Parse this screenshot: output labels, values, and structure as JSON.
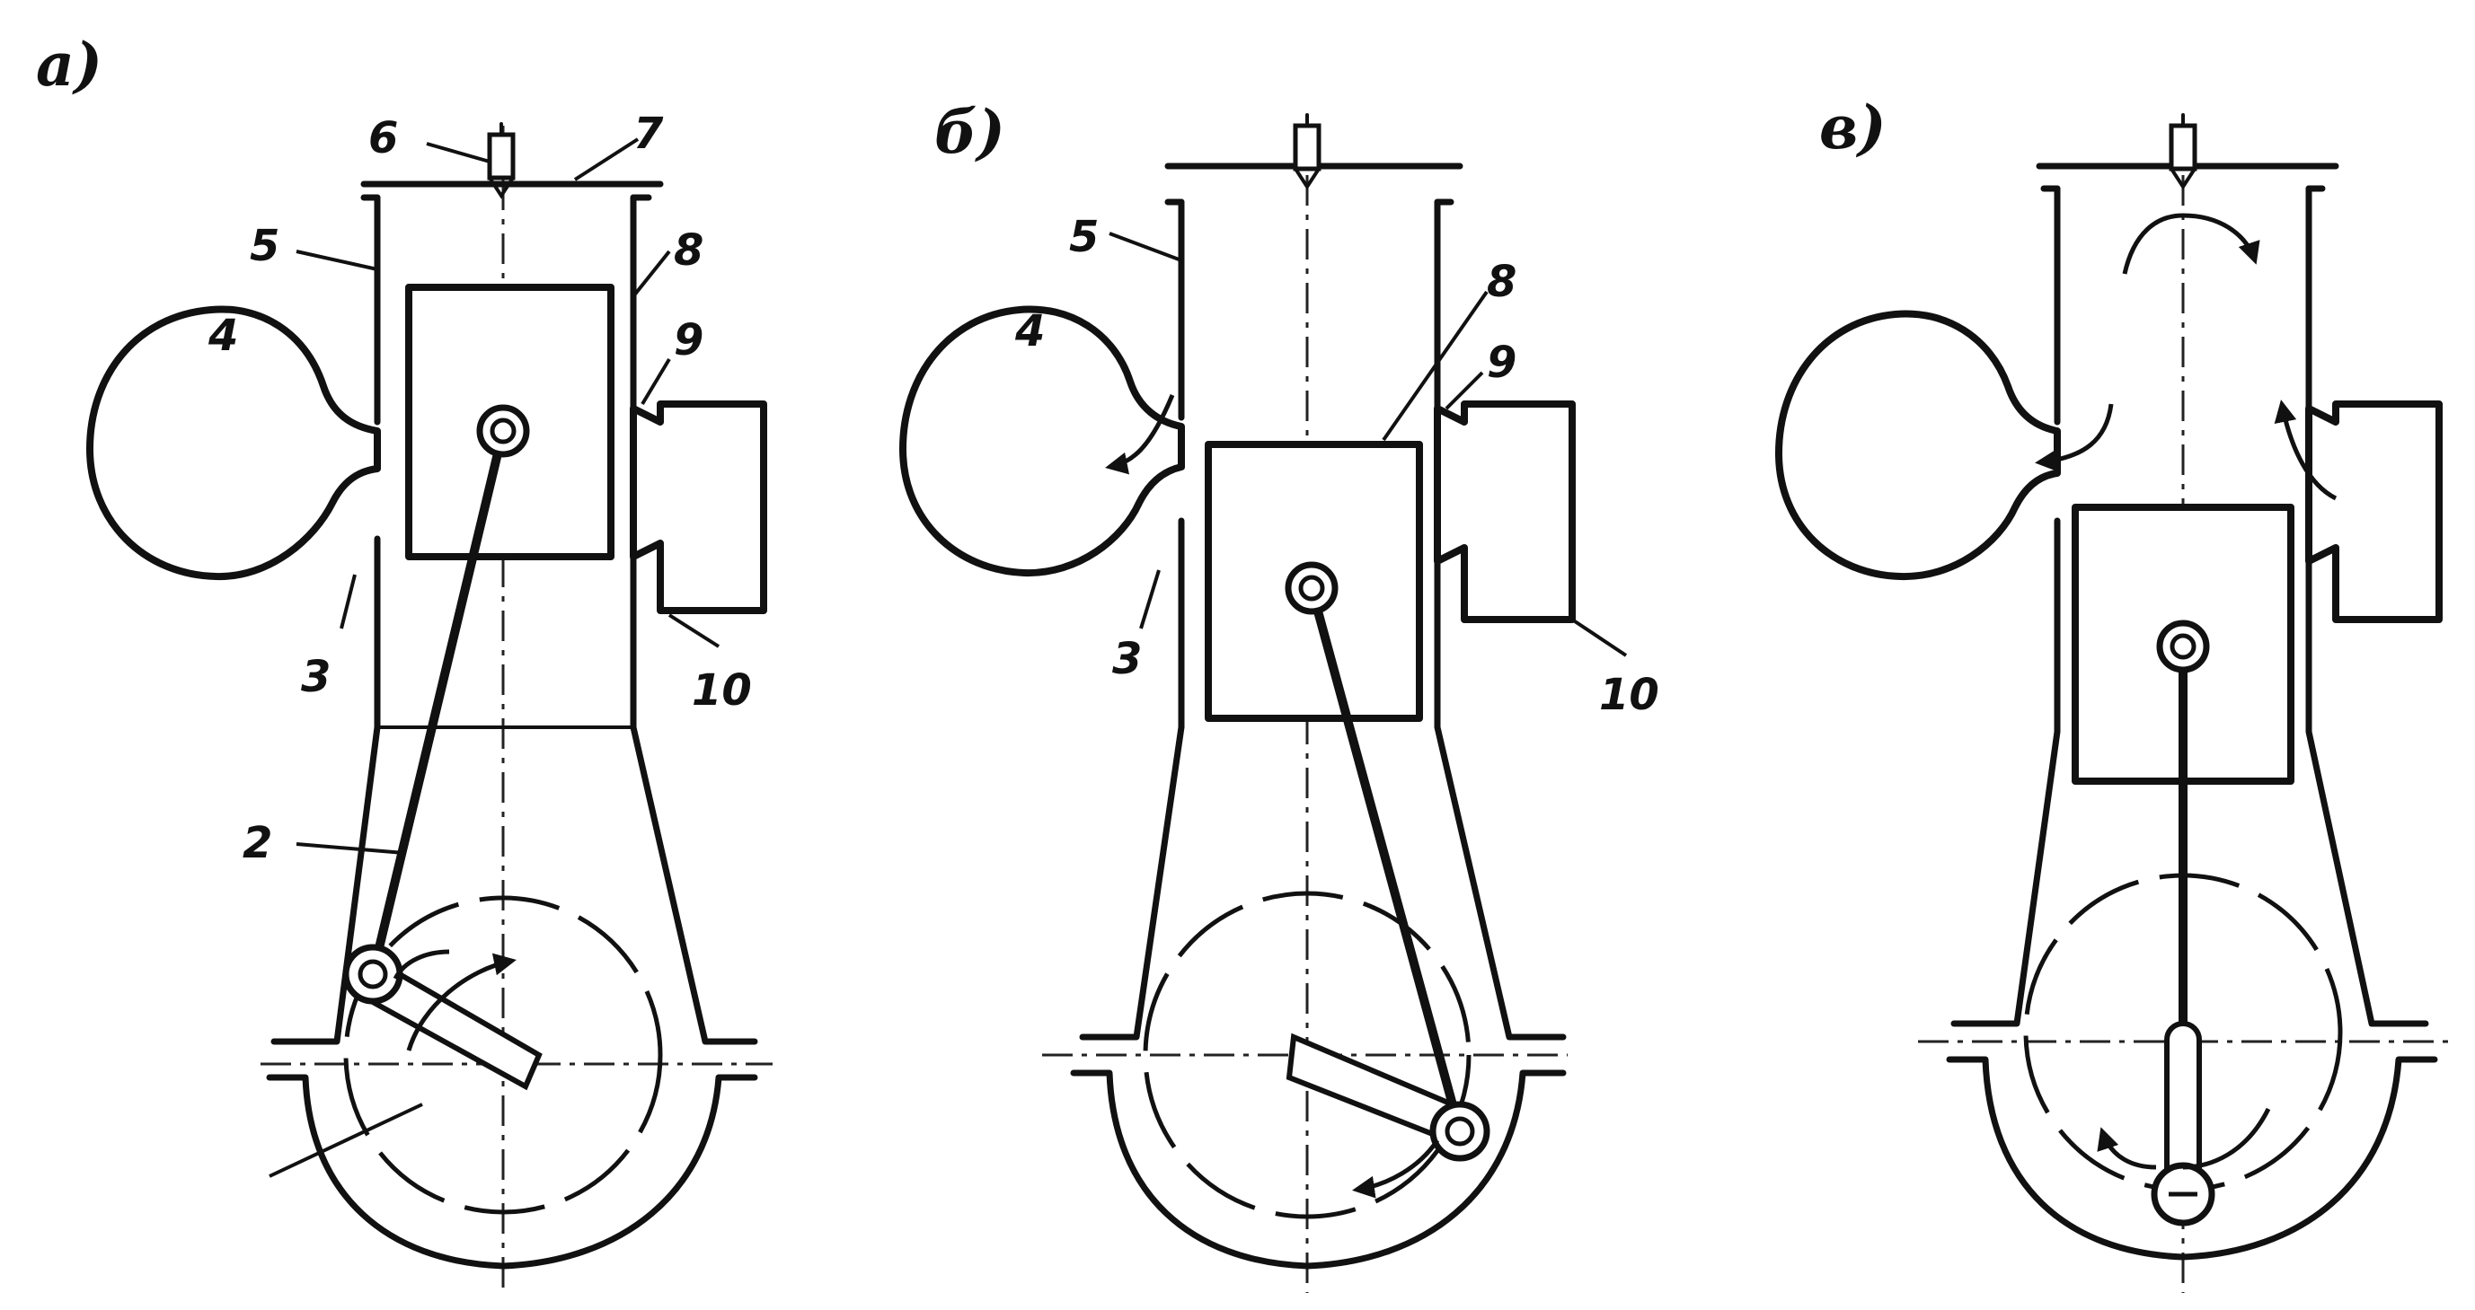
{
  "panels": [
    {
      "label": "а)",
      "parts": [
        "2",
        "3",
        "4",
        "5",
        "6",
        "7",
        "8",
        "9",
        "10"
      ]
    },
    {
      "label": "б)",
      "parts": [
        "3",
        "4",
        "5",
        "8",
        "9",
        "10"
      ]
    },
    {
      "label": "в)",
      "parts": []
    }
  ],
  "icons": [
    "piston-icon",
    "crankshaft-icon",
    "connecting-rod-icon",
    "spark-plug-icon",
    "flow-arrow-icon"
  ]
}
